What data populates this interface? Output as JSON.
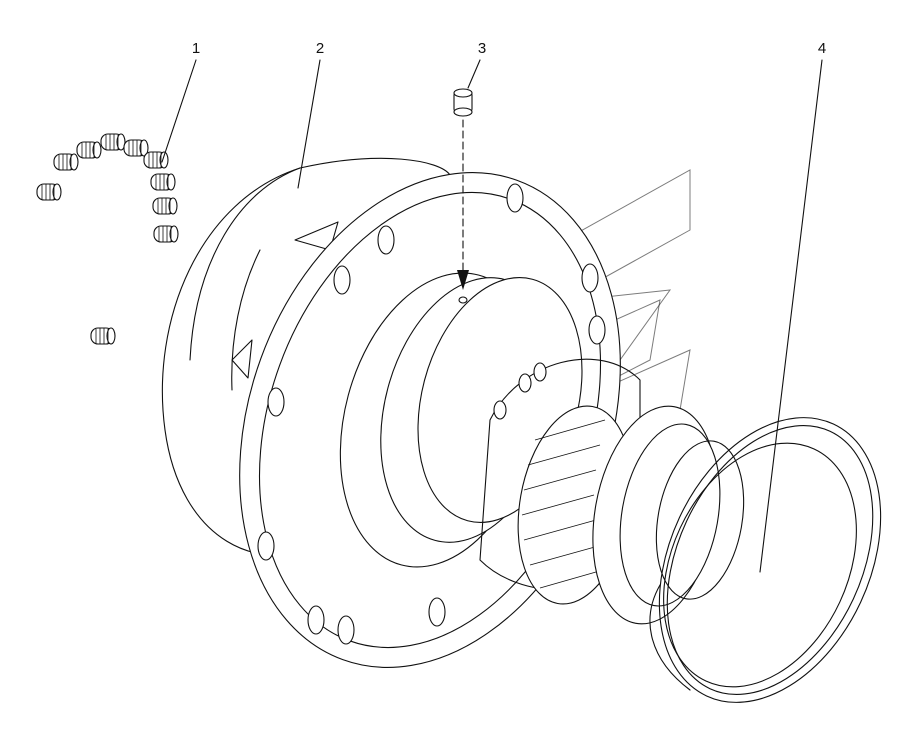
{
  "callouts": [
    {
      "id": "1",
      "label": "1"
    },
    {
      "id": "2",
      "label": "2"
    },
    {
      "id": "3",
      "label": "3"
    },
    {
      "id": "4",
      "label": "4"
    }
  ],
  "parts": {
    "1": {
      "icon": "set-screw-icon"
    },
    "2": {
      "icon": "wheel-hub-icon"
    },
    "3": {
      "icon": "pin-icon"
    },
    "4": {
      "icon": "retaining-ring-icon"
    }
  },
  "colors": {
    "line": "#111111",
    "background": "#ffffff"
  }
}
